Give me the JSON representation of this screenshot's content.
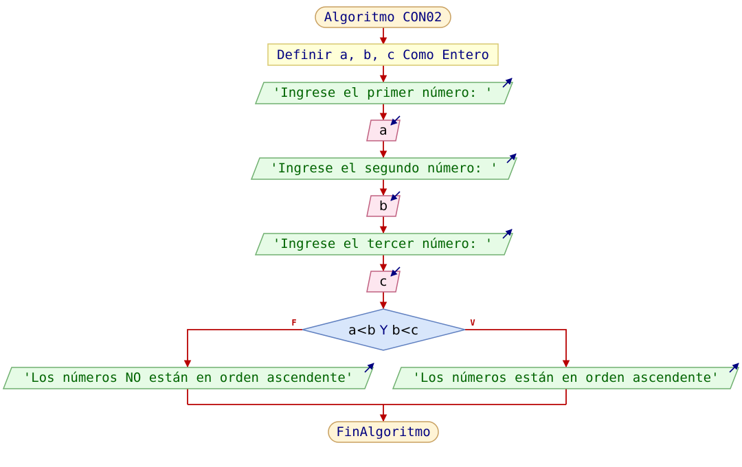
{
  "flowchart": {
    "start_label": "Algoritmo CON02",
    "define_label": "Definir a, b, c Como Entero",
    "output_1": "'Ingrese el primer número: '",
    "input_a": "a",
    "output_2": "'Ingrese el segundo número: '",
    "input_b": "b",
    "output_3": "'Ingrese el tercer número: '",
    "input_c": "c",
    "decision": {
      "left": "a<b",
      "op": "Y",
      "right": "b<c"
    },
    "false_label": "F",
    "true_label": "V",
    "output_false": "'Los números NO están en orden ascendente'",
    "output_true": "'Los números están en orden ascendente'",
    "end_label": "FinAlgoritmo"
  },
  "colors": {
    "flow_line": "#b80000",
    "keyword_text": "#000080",
    "string_text": "#006400",
    "terminal_fill": "#fff4d6",
    "terminal_stroke": "#c8a060",
    "define_fill": "#ffffd8",
    "define_stroke": "#d8c870",
    "output_fill": "#e6fbe6",
    "output_stroke": "#70b070",
    "input_fill": "#fde6ef",
    "input_stroke": "#c06080",
    "decision_fill": "#d8e6fb",
    "decision_stroke": "#6080c0",
    "io_arrow": "#000080"
  }
}
